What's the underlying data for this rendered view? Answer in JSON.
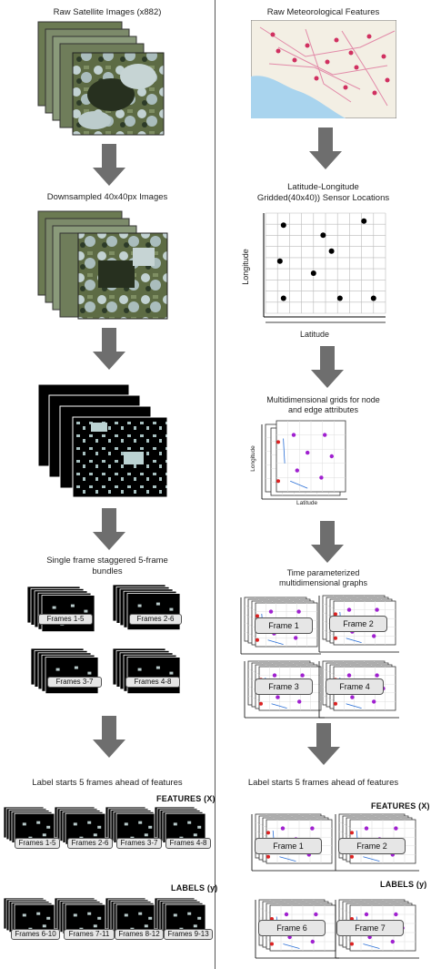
{
  "left": {
    "raw_title": "Raw Satellite Images (x882)",
    "downsampled_title": "Downsampled 40x40px Images",
    "bundle_title_line1": "Single frame staggered 5-frame",
    "bundle_title_line2": "bundles",
    "bundles": [
      "Frames 1-5",
      "Frames 2-6",
      "Frames 3-7",
      "Frames 4-8"
    ],
    "label_title": "Label starts 5 frames ahead of features",
    "features_tag": "FEATURES (X)",
    "features": [
      "Frames 1-5",
      "Frames 2-6",
      "Frames 3-7",
      "Frames 4-8"
    ],
    "labels_tag": "LABELS (y)",
    "labels": [
      "Frames 6-10",
      "Frames 7-11",
      "Frames 8-12",
      "Frames 9-13"
    ]
  },
  "right": {
    "raw_title": "Raw Meteorological Features",
    "grid_title_line1": "Latitude-Longitude",
    "grid_title_line2": "Gridded(40x40)) Sensor Locations",
    "grid_xlabel": "Latitude",
    "grid_ylabel": "Longitude",
    "multi_title_line1": "Multidimensional grids for node",
    "multi_title_line2": "and edge attributes",
    "multi_xlabel": "Latitude",
    "multi_ylabel": "Longitude",
    "time_title_line1": "Time parameterized",
    "time_title_line2": "multidimensional graphs",
    "time_frames": [
      "Frame 1",
      "Frame 2",
      "Frame 3",
      "Frame 4"
    ],
    "label_title": "Label starts 5 frames ahead of features",
    "features_tag": "FEATURES (X)",
    "features": [
      "Frame 1",
      "Frame 2"
    ],
    "labels_tag": "LABELS (y)",
    "labels": [
      "Frame 6",
      "Frame 7"
    ]
  },
  "colors": {
    "arrow": "#6e6e6e",
    "node_black": "#000000",
    "node_purple": "#a020d0",
    "node_red": "#dd2222",
    "edge_blue": "#2a6fd6",
    "satellite_cloud": "#b7c9c9",
    "satellite_land": "#56633d"
  }
}
